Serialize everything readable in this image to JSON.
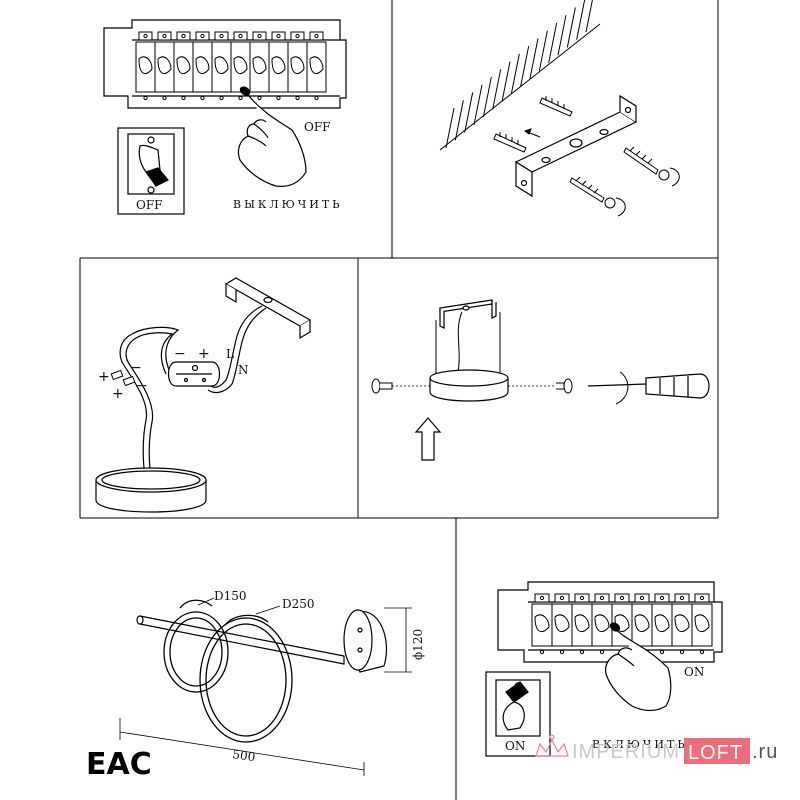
{
  "step1": {
    "breaker_state": "OFF",
    "switch_state": "OFF",
    "instruction": "ВЫКЛЮЧИТЬ"
  },
  "step3": {
    "plus_1": "+",
    "minus_1": "−",
    "plus_2": "+",
    "minus_2": "−",
    "plus_3": "+",
    "minus_3": "−",
    "wire_l": "L",
    "wire_n": "N"
  },
  "dimensions": {
    "small_ring": "D150",
    "large_ring": "D250",
    "canopy_diameter": "ϕ120",
    "length": "500"
  },
  "step6": {
    "breaker_state": "ON",
    "switch_state": "ON",
    "instruction": "ВКЛЮЧИТЬ"
  },
  "marks": {
    "certification": "ЕАС"
  },
  "watermark": {
    "brand_part1": "IMPERIUM",
    "brand_part2": "LOFT",
    "domain": ".ru"
  }
}
